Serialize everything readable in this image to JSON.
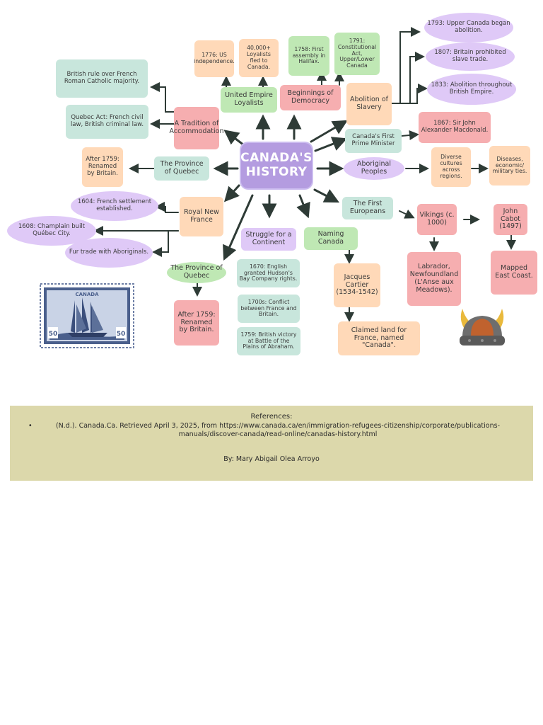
{
  "center": "CANADA'S HISTORY",
  "nodes": {
    "n1776": "1776: US independence.",
    "loyalists": "40,000+ Loyalists fled to Canada.",
    "n1758": "1758: First assembly in Halifax.",
    "n1791": "1791: Constitutional Act, Upper/Lower Canada",
    "n1793": "1793: Upper Canada began abolition.",
    "n1807": "1807: Britain prohibited slave trade.",
    "n1833": "1833: Abolition throughout British Empire.",
    "brit_rule": "British rule over French Roman Catholic majority.",
    "uel": "United Empire Loyalists",
    "beg_dem": "Beginnings of Democracy",
    "abolition": "Abolition of Slavery",
    "quebec_act": "Quebec Act: French civil law, British criminal law.",
    "tradition": "A Tradition of Accommodation",
    "first_pm": "Canada's First Prime Minister",
    "macdonald": "1867: Sir John Alexander Macdonald.",
    "after1759_a": "After 1759: Renamed by Britain.",
    "prov_quebec_a": "The Province of Quebec",
    "aboriginal": "Aboriginal Peoples",
    "diverse": "Diverse cultures across regions.",
    "diseases": "Diseases, economic/ military ties.",
    "n1604": "1604: French settlement established.",
    "royal_nf": "Royal New France",
    "first_eur": "The First Europeans",
    "vikings": "Vikings (c. 1000)",
    "cabot": "John Cabot (1497)",
    "n1608": "1608: Champlain built Québec City.",
    "struggle": "Struggle for a Continent",
    "naming": "Naming Canada",
    "fur": "Fur trade with Aboriginals.",
    "prov_quebec_b": "The Province of Quebec",
    "hudson": "1670: English granted Hudson's Bay Company rights.",
    "cartier": "Jacques Cartier (1534-1542)",
    "labrador": "Labrador, Newfoundland (L'Anse aux Meadows).",
    "mapped": "Mapped East Coast.",
    "conflict": "1700s: Conflict between France and Britain.",
    "after1759_b": "After 1759: Renamed by Britain.",
    "victory": "1759: British victory at Battle of the Plains of Abraham.",
    "claimed": "Claimed land for France, named \"Canada\"."
  },
  "stamp": {
    "label": "CANADA",
    "value_left": "50",
    "value_right": "50"
  },
  "references": {
    "title": "References:",
    "entry": "(N.d.). Canada.Ca. Retrieved April 3, 2025, from https://www.canada.ca/en/immigration-refugees-citizenship/corporate/publications-manuals/discover-canada/read-online/canadas-history.html",
    "author": "By: Mary Abigail Olea Arroyo"
  },
  "colors": {
    "center": "#b49ce0",
    "peach": "#ffd9b8",
    "mint": "#c8e6dc",
    "green": "#bfe8b4",
    "pink": "#f6aeb0",
    "lavender": "#dfc9f7",
    "arrow": "#2e3b36",
    "reference_box": "#dcd8ab",
    "stamp": "#4a5f8c"
  }
}
